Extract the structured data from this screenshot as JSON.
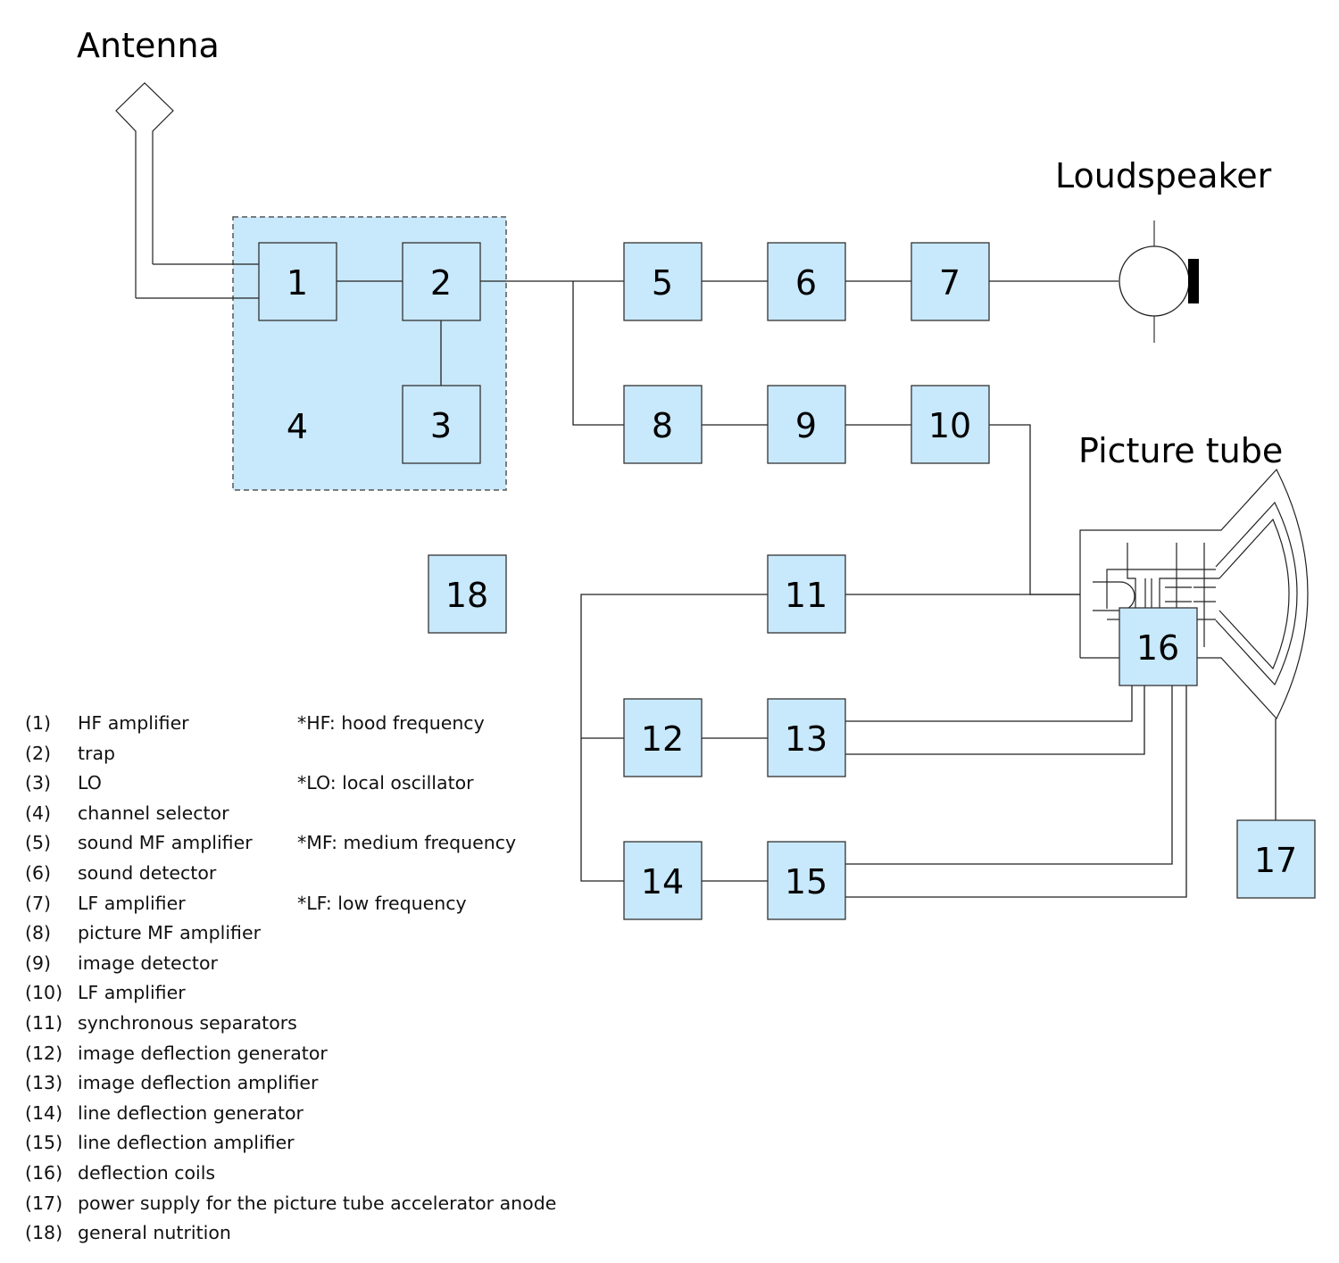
{
  "labels": {
    "antenna": "Antenna",
    "loudspeaker": "Loudspeaker",
    "picture_tube": "Picture tube"
  },
  "colors": {
    "box_fill": "#c8e8fb",
    "stroke": "#333333",
    "group_border": "#555555"
  },
  "blocks": {
    "b1": "1",
    "b2": "2",
    "b3": "3",
    "b4": "4",
    "b5": "5",
    "b6": "6",
    "b7": "7",
    "b8": "8",
    "b9": "9",
    "b10": "10",
    "b11": "11",
    "b12": "12",
    "b13": "13",
    "b14": "14",
    "b15": "15",
    "b16": "16",
    "b17": "17",
    "b18": "18"
  },
  "legend": [
    {
      "num": "(1)",
      "text": "HF amplifier",
      "note": "*HF: hood frequency"
    },
    {
      "num": "(2)",
      "text": "trap",
      "note": ""
    },
    {
      "num": "(3)",
      "text": "LO",
      "note": "*LO: local oscillator"
    },
    {
      "num": "(4)",
      "text": "channel selector",
      "note": ""
    },
    {
      "num": "(5)",
      "text": "sound MF amplifier",
      "note": "*MF: medium frequency"
    },
    {
      "num": "(6)",
      "text": "sound detector",
      "note": ""
    },
    {
      "num": "(7)",
      "text": "LF amplifier",
      "note": "*LF: low frequency"
    },
    {
      "num": "(8)",
      "text": "picture MF amplifier",
      "note": ""
    },
    {
      "num": "(9)",
      "text": "image detector",
      "note": ""
    },
    {
      "num": "(10)",
      "text": "LF amplifier",
      "note": ""
    },
    {
      "num": "(11)",
      "text": "synchronous separators",
      "note": ""
    },
    {
      "num": "(12)",
      "text": "image deflection generator",
      "note": ""
    },
    {
      "num": "(13)",
      "text": "image deflection amplifier",
      "note": ""
    },
    {
      "num": "(14)",
      "text": "line deflection generator",
      "note": ""
    },
    {
      "num": "(15)",
      "text": "line deflection amplifier",
      "note": ""
    },
    {
      "num": "(16)",
      "text": "deflection coils",
      "note": ""
    },
    {
      "num": "(17)",
      "text": "power supply for the picture tube accelerator anode",
      "note": ""
    },
    {
      "num": "(18)",
      "text": "general nutrition",
      "note": ""
    }
  ]
}
